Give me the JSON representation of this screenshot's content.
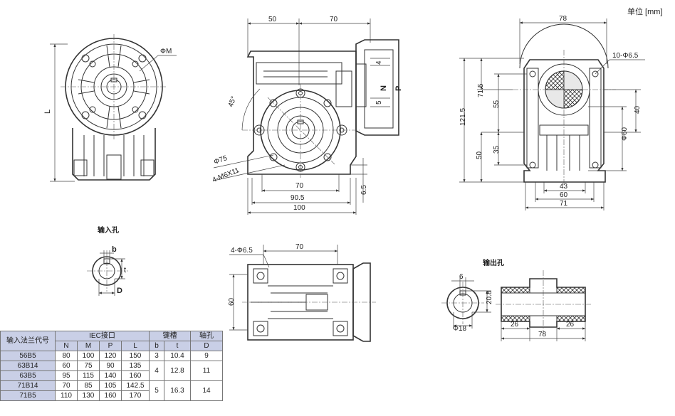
{
  "unit_label": "单位 [mm]",
  "front_view": {
    "dim_top_left": "50",
    "dim_top_right": "70",
    "label_n": "N",
    "label_p": "P",
    "dim_4": "4",
    "dim_5": "5",
    "dim_angle": "45°",
    "dim_dia75": "Φ75",
    "dim_m6": "4-M6X11",
    "dim_70": "70",
    "dim_90_5": "90.5",
    "dim_100": "100",
    "dim_6_5": "6.5"
  },
  "left_view": {
    "label_l": "L",
    "label_dia_m": "ΦM"
  },
  "side_view": {
    "dim_78": "78",
    "dim_10_hole": "10-Φ6.5",
    "dim_121_5": "121.5",
    "dim_71_5": "71.5",
    "dim_55": "55",
    "dim_35": "35",
    "dim_50": "50",
    "dim_40": "40",
    "dim_dia60": "Φ60",
    "dim_43": "43",
    "dim_60": "60",
    "dim_71": "71"
  },
  "input_bore": {
    "title": "输入孔",
    "label_b": "b",
    "label_t": "t",
    "label_d": "D"
  },
  "bottom_view": {
    "dim_holes": "4-Φ6.5",
    "dim_70": "70",
    "dim_60": "60"
  },
  "output_bore": {
    "title": "输出孔",
    "dim_6": "6",
    "dim_20_8": "20.8",
    "dim_dia18": "Φ18",
    "dim_26_left": "26",
    "dim_26_right": "26",
    "dim_78": "78"
  },
  "table": {
    "header_flange": "输入法兰代号",
    "header_iec": "IEC接口",
    "header_key": "键槽",
    "header_bore": "轴孔",
    "sub_n": "N",
    "sub_m": "M",
    "sub_p": "P",
    "sub_l": "L",
    "sub_b": "b",
    "sub_t": "t",
    "sub_d": "D",
    "rows": [
      {
        "code": "56B5",
        "n": "80",
        "m": "100",
        "p": "120",
        "l": "150"
      },
      {
        "code": "63B14",
        "n": "60",
        "m": "75",
        "p": "90",
        "l": "135"
      },
      {
        "code": "63B5",
        "n": "95",
        "m": "115",
        "p": "140",
        "l": "160"
      },
      {
        "code": "71B14",
        "n": "70",
        "m": "85",
        "p": "105",
        "l": "142.5"
      },
      {
        "code": "71B5",
        "n": "110",
        "m": "130",
        "p": "160",
        "l": "170"
      }
    ],
    "key_groups": [
      {
        "b": "3",
        "t": "10.4",
        "d": "9"
      },
      {
        "b": "4",
        "t": "12.8",
        "d": "11"
      },
      {
        "b": "5",
        "t": "16.3",
        "d": "14"
      }
    ]
  }
}
